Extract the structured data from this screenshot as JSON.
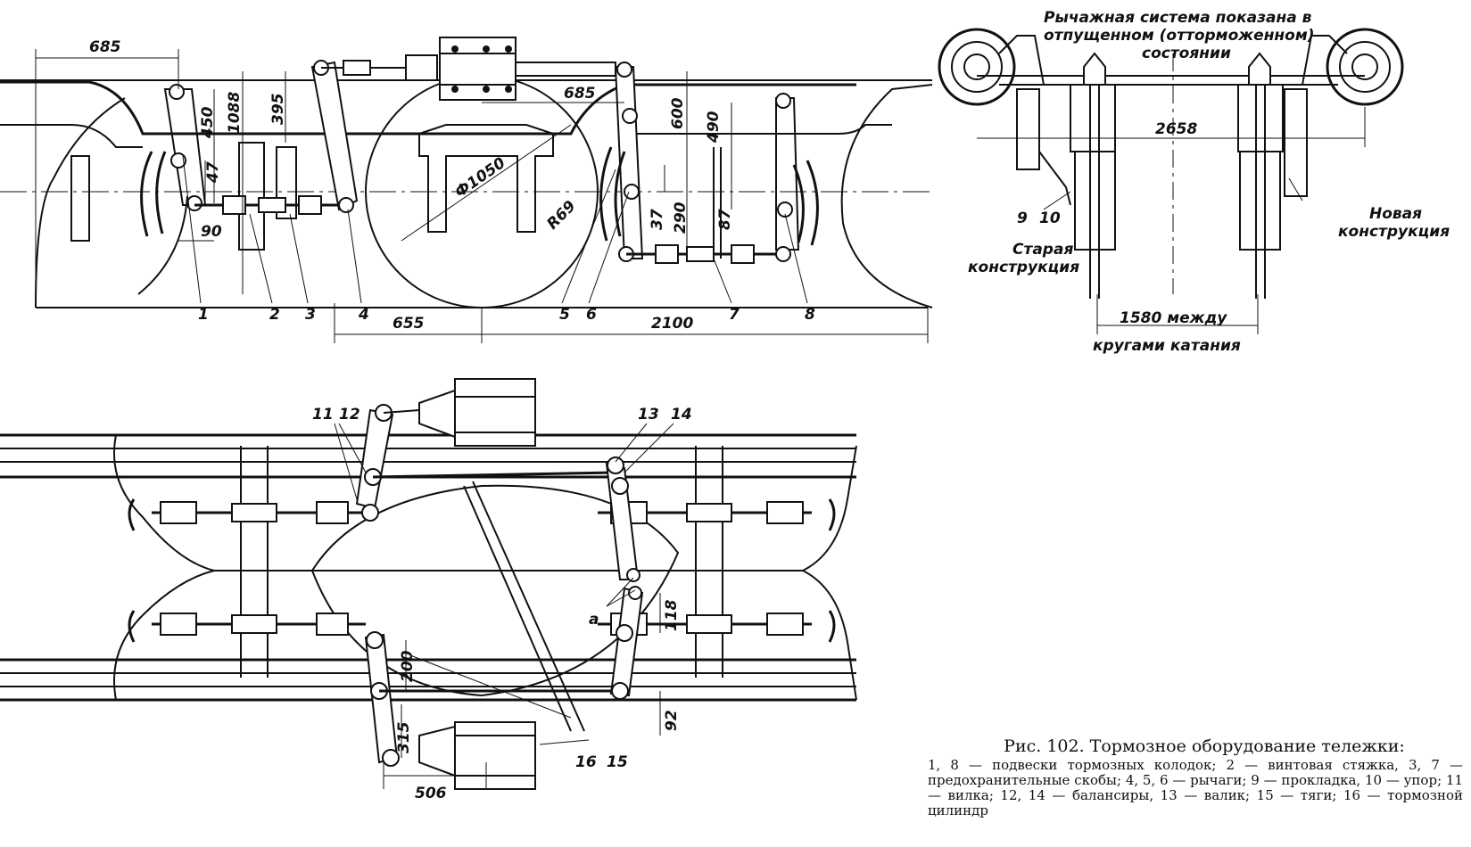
{
  "dimensions": {
    "side_685_left": "685",
    "v_450": "450",
    "v_1088": "1088",
    "v_395": "395",
    "v_47": "47",
    "h_90": "90",
    "diameter": "Ф1050",
    "radius": "R69",
    "side_685_mid": "685",
    "v_600": "600",
    "v_490": "490",
    "v_37": "37",
    "v_290": "290",
    "v_87": "87",
    "h_655": "655",
    "h_2100": "2100",
    "top_2658": "2658",
    "v_200": "200",
    "v_315": "315",
    "v_118": "118",
    "v_92": "92",
    "h_506": "506",
    "gauge_line1": "1580 между",
    "gauge_line2": "кругами катания"
  },
  "side_view_numbers": [
    "1",
    "2",
    "3",
    "4",
    "5",
    "6",
    "7",
    "8"
  ],
  "plan_view_numbers": {
    "n11": "11",
    "n12": "12",
    "n13": "13",
    "n14": "14",
    "n15": "15",
    "n16": "16",
    "a": "а"
  },
  "end_view": {
    "note_line1": "Рычажная система показана в",
    "note_line2": "отпущенном (отторможенном)",
    "note_line3": "состоянии",
    "n9": "9",
    "n10": "10",
    "old_line1": "Старая",
    "old_line2": "конструкция",
    "new_line1": "Новая",
    "new_line2": "конструкция"
  },
  "caption": {
    "title": "Рис. 102. Тормозное оборудование тележки:",
    "legend": "1, 8 — подвески тормозных колодок; 2 — винтовая стяжка, 3, 7 — предохранительные скобы; 4, 5, 6 — рычаги; 9 — прокладка, 10 — упор; 11 — вилка; 12, 14 — балансиры, 13 — валик; 15 — тяги; 16 — тормозной цилиндр"
  }
}
